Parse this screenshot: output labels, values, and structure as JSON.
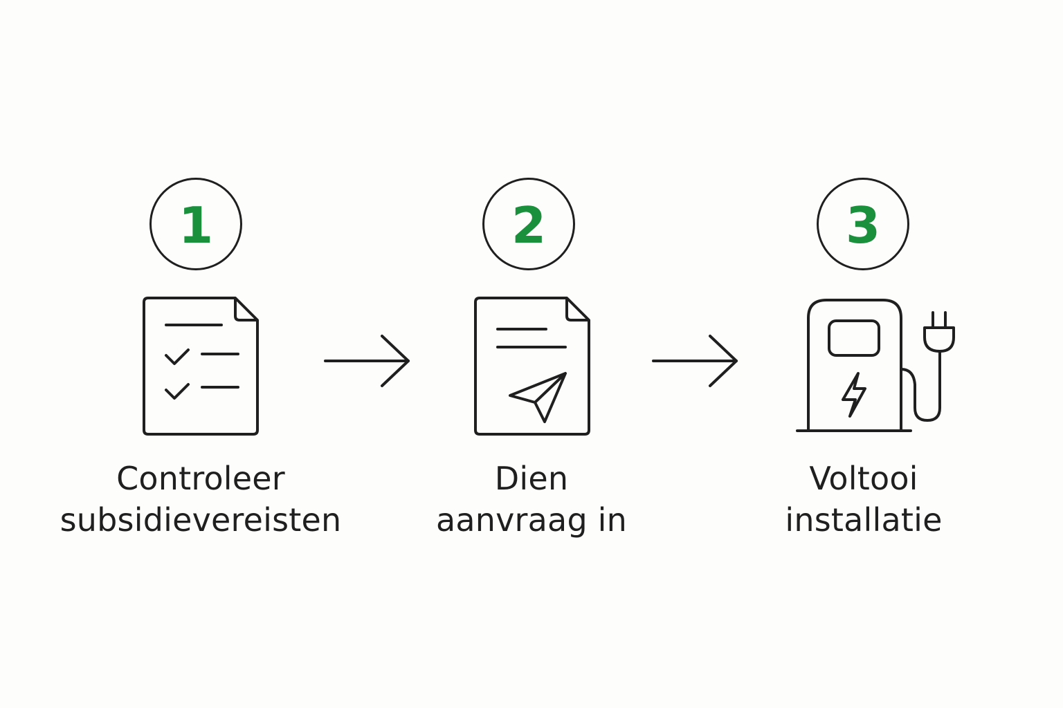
{
  "colors": {
    "background": "#fdfdfb",
    "stroke": "#1f1f1f",
    "accent": "#1a8f3c"
  },
  "steps": [
    {
      "number": "1",
      "label_lines": [
        "Controleer",
        "subsidievereisten"
      ],
      "icon": "checklist-document-icon"
    },
    {
      "number": "2",
      "label_lines": [
        "Dien",
        "aanvraag in"
      ],
      "icon": "document-send-icon"
    },
    {
      "number": "3",
      "label_lines": [
        "Voltooi",
        "installatie"
      ],
      "icon": "ev-charger-icon"
    }
  ],
  "connectors": [
    {
      "from": "1",
      "to": "2",
      "icon": "arrow-right-icon"
    },
    {
      "from": "2",
      "to": "3",
      "icon": "arrow-right-icon"
    }
  ]
}
